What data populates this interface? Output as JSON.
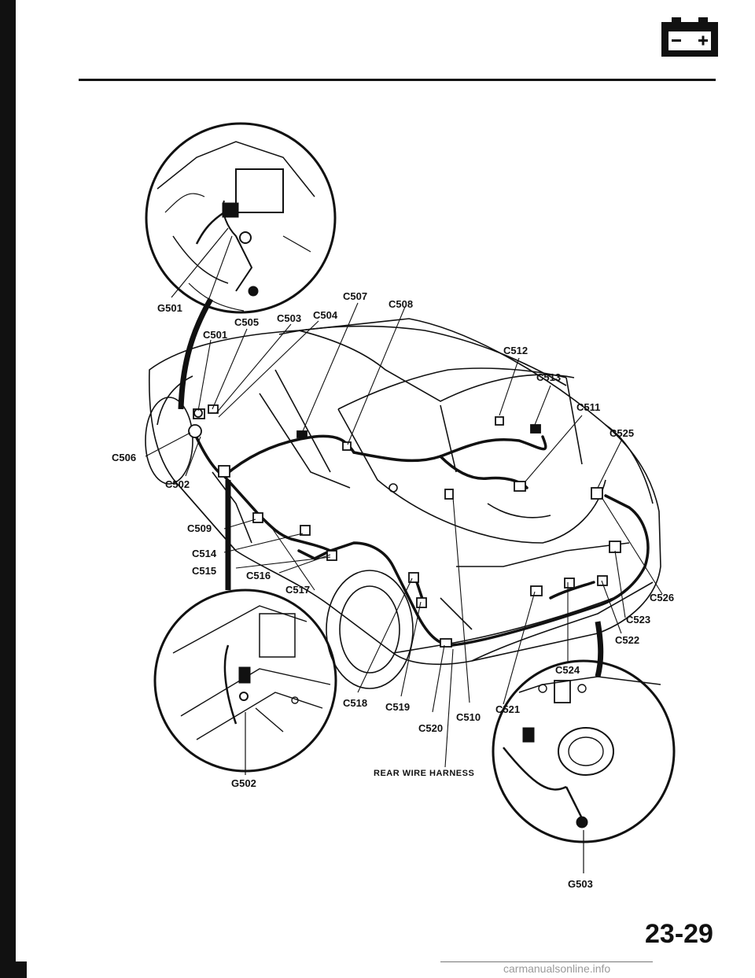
{
  "page": {
    "number": "23-29"
  },
  "header": {
    "icon": "battery-icon"
  },
  "labels": {
    "c501": "C501",
    "c502": "C502",
    "c503": "C503",
    "c504": "C504",
    "c505": "C505",
    "c506": "C506",
    "c507": "C507",
    "c508": "C508",
    "c509": "C509",
    "c510": "C510",
    "c511": "C511",
    "c512": "C512",
    "c513": "C513",
    "c514": "C514",
    "c515": "C515",
    "c516": "C516",
    "c517": "C517",
    "c518": "C518",
    "c519": "C519",
    "c520": "C520",
    "c521": "C521",
    "c522": "C522",
    "c523": "C523",
    "c524": "C524",
    "c525": "C525",
    "c526": "C526",
    "g501": "G501",
    "g502": "G502",
    "g503": "G503",
    "harness": "REAR WIRE HARNESS"
  },
  "watermark": "carmanualsonline.info"
}
